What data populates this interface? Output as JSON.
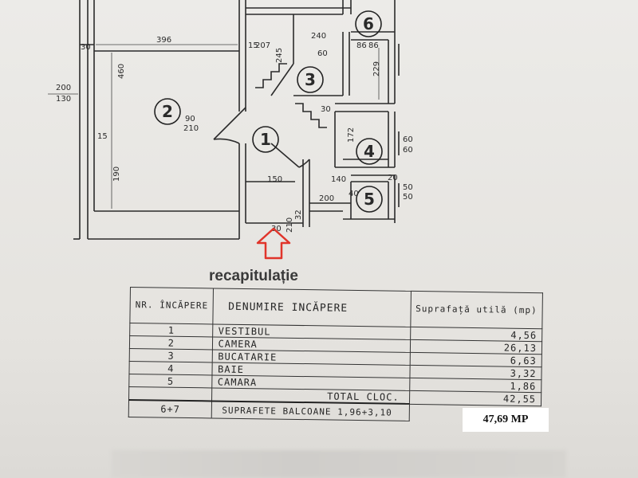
{
  "plan": {
    "rooms": [
      "1",
      "2",
      "3",
      "4",
      "5",
      "6"
    ],
    "dimensions": [
      "396",
      "30",
      "460",
      "200",
      "130",
      "15",
      "190",
      "207",
      "245",
      "15",
      "240",
      "60",
      "86",
      "86",
      "229",
      "210",
      "90",
      "150",
      "200",
      "140",
      "20",
      "50",
      "50",
      "60",
      "60",
      "172",
      "30",
      "40",
      "210",
      "32",
      "30"
    ]
  },
  "recap": {
    "title": "recapitulație",
    "headers": {
      "nr": "Nr. încăpere",
      "name": "DENUMIRE INCĂPERE",
      "area": "Suprafață utilă (mp)"
    },
    "rows": [
      {
        "nr": "1",
        "name": "VESTIBUL",
        "area": "4,56"
      },
      {
        "nr": "2",
        "name": "CAMERA",
        "area": "26,13"
      },
      {
        "nr": "3",
        "name": "BUCATARIE",
        "area": "6,63"
      },
      {
        "nr": "4",
        "name": "BAIE",
        "area": "3,32"
      },
      {
        "nr": "5",
        "name": "CAMARA",
        "area": "1,86"
      }
    ],
    "total_label": "TOTAL CLOC.",
    "total_value": "42,55",
    "balcony": {
      "nr": "6+7",
      "text": "SUPRAFETE BALCOANE 1,96+3,10"
    },
    "grand_total": "47,69 MP"
  },
  "colors": {
    "ink": "#2a2a2a",
    "arrow": "#e0342a",
    "paper": "#e8e6e2"
  }
}
